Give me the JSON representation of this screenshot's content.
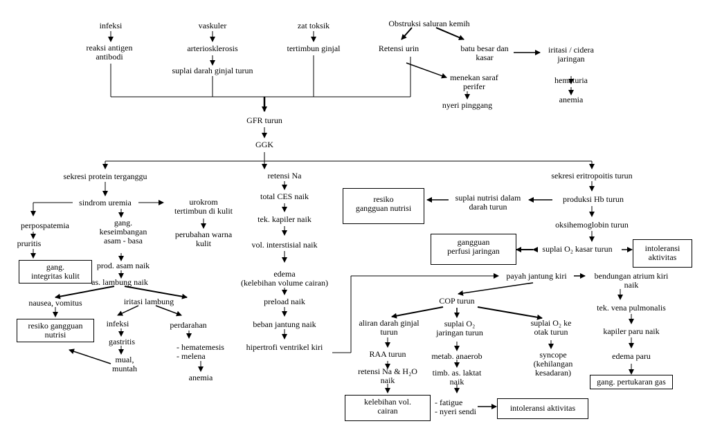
{
  "nodes": {
    "infeksi": [
      "infeksi"
    ],
    "reaksi_antigen": [
      "reaksi antigen",
      "antibodi"
    ],
    "vaskuler": [
      "vaskuler"
    ],
    "arteriosklerosis": [
      "arteriosklerosis"
    ],
    "suplai_darah_ginjal": [
      "suplai darah ginjal turun"
    ],
    "zat_toksik": [
      "zat toksik"
    ],
    "tertimbun_ginjal": [
      "tertimbun ginjal"
    ],
    "obstruksi": [
      "Obstruksi saluran kemih"
    ],
    "retensi_urin": [
      "Retensi urin"
    ],
    "batu_besar": [
      "batu besar dan",
      "kasar"
    ],
    "iritasi_cidera": [
      "iritasi / cidera",
      "jaringan"
    ],
    "hematuria": [
      "hematuria"
    ],
    "anemia_top": [
      "anemia"
    ],
    "menekan_saraf": [
      "menekan saraf",
      "perifer"
    ],
    "nyeri_pinggang": [
      "nyeri pinggang"
    ],
    "gfr_turun": [
      "GFR turun"
    ],
    "ggk": [
      "GGK"
    ],
    "sekresi_protein": [
      "sekresi protein terganggu"
    ],
    "retensi_na": [
      "retensi Na"
    ],
    "sekresi_eritropoitis": [
      "sekresi eritropoitis turun"
    ],
    "sindrom_uremia": [
      "sindrom uremia"
    ],
    "perpospatemia": [
      "perpospatemia"
    ],
    "pruritis": [
      "pruritis"
    ],
    "gang_integritas": [
      "gang.",
      "integritas kulit"
    ],
    "gang_keseimbangan": [
      "gang.",
      "keseimbangan",
      "asam - basa"
    ],
    "prod_asam": [
      "prod. asam naik"
    ],
    "as_lambung": [
      "as. lambung naik"
    ],
    "urokrom": [
      "urokrom",
      "tertimbun di kulit"
    ],
    "perubahan_warna": [
      "perubahan warna",
      "kulit"
    ],
    "nausea": [
      "nausea, vomitus"
    ],
    "resiko_nutrisi_left": [
      "resiko gangguan",
      "nutrisi"
    ],
    "iritasi_lambung": [
      "iritasi lambung"
    ],
    "infeksi2": [
      "infeksi"
    ],
    "gastritis": [
      "gastritis"
    ],
    "mual_muntah": [
      "mual,",
      "muntah"
    ],
    "perdarahan": [
      "perdarahan"
    ],
    "hematemesis": [
      "- hematemesis",
      "- melena"
    ],
    "anemia_left": [
      "anemia"
    ],
    "total_ces": [
      "total CES naik"
    ],
    "tek_kapiler": [
      "tek. kapiler naik"
    ],
    "vol_interstisial": [
      "vol. interstisial naik"
    ],
    "edema": [
      "edema",
      "(kelebihan volume cairan)"
    ],
    "preload": [
      "preload naik"
    ],
    "beban_jantung": [
      "beban jantung naik"
    ],
    "hipertrofi": [
      "hipertrofi ventrikel kiri"
    ],
    "resiko_nutrisi_mid": [
      "resiko",
      "gangguan nutrisi"
    ],
    "suplai_nutrisi": [
      "suplai nutrisi dalam",
      "darah turun"
    ],
    "produksi_hb": [
      "produksi Hb turun"
    ],
    "oksihemoglobin": [
      "oksihemoglobin turun"
    ],
    "gangguan_perfusi": [
      "gangguan",
      "perfusi jaringan"
    ],
    "suplai_o2_kasar": [
      "suplai O₂ kasar turun"
    ],
    "intoleransi_top": [
      "intoleransi",
      "aktivitas"
    ],
    "payah_jantung": [
      "payah jantung kiri"
    ],
    "bendungan_atrium": [
      "bendungan atrium kiri",
      "naik"
    ],
    "tek_vena": [
      "tek. vena pulmonalis"
    ],
    "kapiler_paru": [
      "kapiler paru naik"
    ],
    "edema_paru": [
      "edema paru"
    ],
    "gang_pertukaran": [
      "gang. pertukaran gas"
    ],
    "cop_turun": [
      "COP turun"
    ],
    "aliran_darah": [
      "aliran darah ginjal",
      "turun"
    ],
    "raa_turun": [
      "RAA turun"
    ],
    "retensi_na_h2o": [
      "retensi Na & H₂O",
      "naik"
    ],
    "kelebihan_vol": [
      "kelebihan vol.",
      "cairan"
    ],
    "suplai_o2_jar": [
      "suplai O₂",
      "jaringan turun"
    ],
    "metab_anaerob": [
      "metab. anaerob"
    ],
    "timb_laktat": [
      "timb. as. laktat",
      "naik"
    ],
    "fatigue": [
      "- fatigue",
      "- nyeri sendi"
    ],
    "intoleransi_bottom": [
      "intoleransi aktivitas"
    ],
    "suplai_o2_otak": [
      "suplai O₂ ke",
      "otak turun"
    ],
    "syncope": [
      "syncope",
      "(kehilangan",
      "kesadaran)"
    ]
  }
}
